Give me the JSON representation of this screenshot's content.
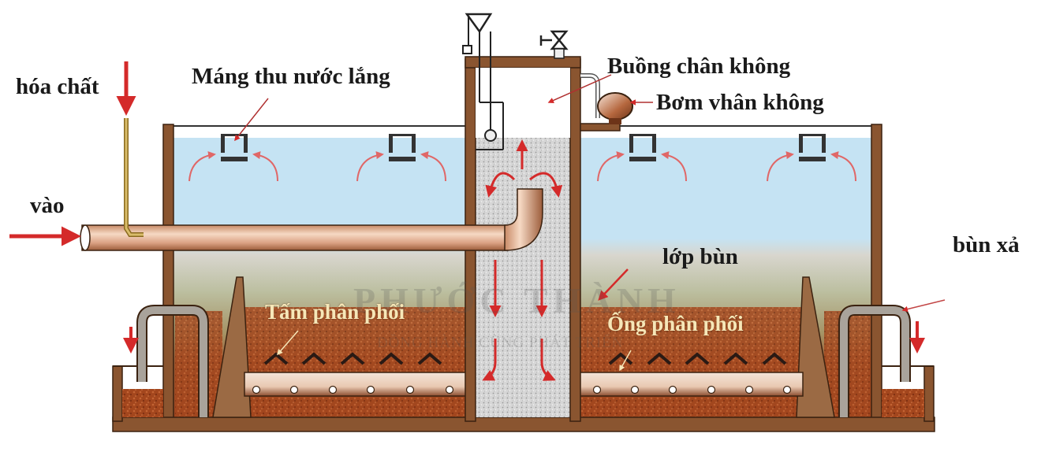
{
  "diagram": {
    "title": "Bể lắng bùn chân không",
    "labels": {
      "chemical": "hóa chất",
      "settled_water_trough": "Máng thu nước lắng",
      "vacuum_chamber": "Buồng chân không",
      "vacuum_pump": "Bơm vhân không",
      "inlet": "vào",
      "sludge_discharge": "bùn xả",
      "sludge_layer": "lớp bùn",
      "distribution_plate": "Tấm phân phối",
      "distribution_pipe": "Ống phân phối"
    },
    "watermark": {
      "brand": "PHƯỚC THÀNH",
      "slogan": "ĐỒNG HÀNH CÙNG PHÁT TRIỂN"
    },
    "colors": {
      "tank_wall": "#8a5530",
      "water": "#c3e2f3",
      "sludge": "#a4481f",
      "pipe": "#e3b38f",
      "arrow": "#d42a2a",
      "gravel": "#d2d2d2"
    }
  }
}
